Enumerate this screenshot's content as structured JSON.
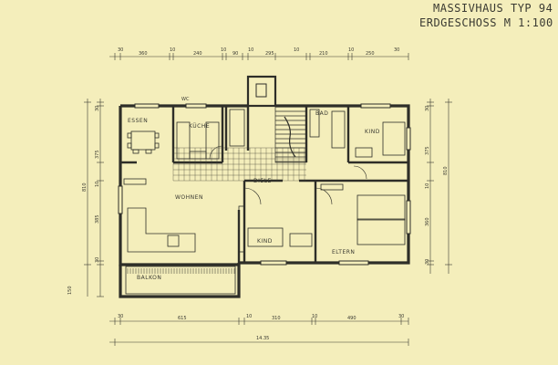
{
  "title": {
    "line1": "MASSIVHAUS  TYP  94",
    "line2": "ERDGESCHOSS  M  1:100"
  },
  "rooms": {
    "essen": "ESSEN",
    "kueche": "KÜCHE",
    "bad": "BAD",
    "kind_top": "KIND",
    "diele": "DIELE",
    "wohnen": "WOHNEN",
    "kind_bottom": "KIND",
    "eltern": "ELTERN",
    "balkon": "BALKON",
    "wc_mark": "WC"
  },
  "dimensions": {
    "top": [
      "30",
      "360",
      "10",
      "240",
      "10",
      "90",
      "10",
      "295",
      "10",
      "210",
      "10",
      "250",
      "30"
    ],
    "bottom": [
      "30",
      "615",
      "10",
      "310",
      "10",
      "490",
      "30"
    ],
    "bottom_total": "14.35",
    "left_outer": [
      "30",
      "375",
      "10",
      "385",
      "30",
      "150"
    ],
    "left_total": "810",
    "right": [
      "30",
      "375",
      "10",
      "360",
      "30"
    ],
    "right_total": "810"
  },
  "colors": {
    "paper": "#f4eebb",
    "ink": "#3a3a32",
    "wall": "#2e2e28"
  }
}
